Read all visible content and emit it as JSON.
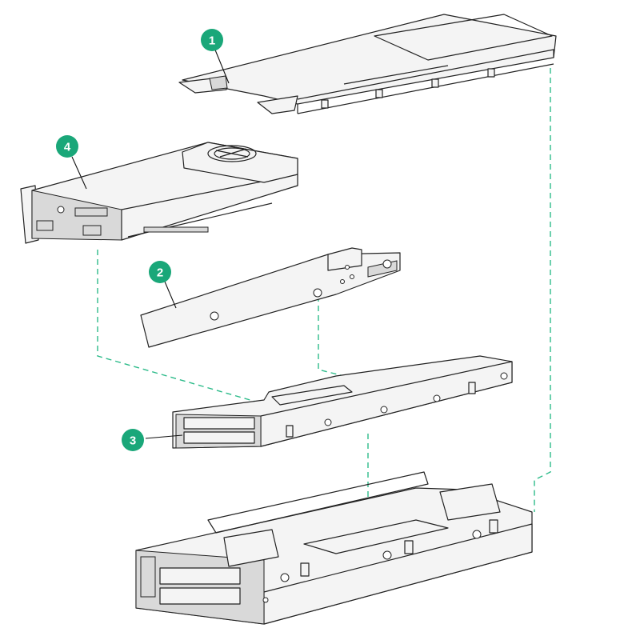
{
  "diagram": {
    "callout_color": "#1aa779",
    "guide_line_color": "#2dbb8a",
    "callouts": [
      {
        "label": "1"
      },
      {
        "label": "2"
      },
      {
        "label": "3"
      },
      {
        "label": "4"
      }
    ]
  }
}
